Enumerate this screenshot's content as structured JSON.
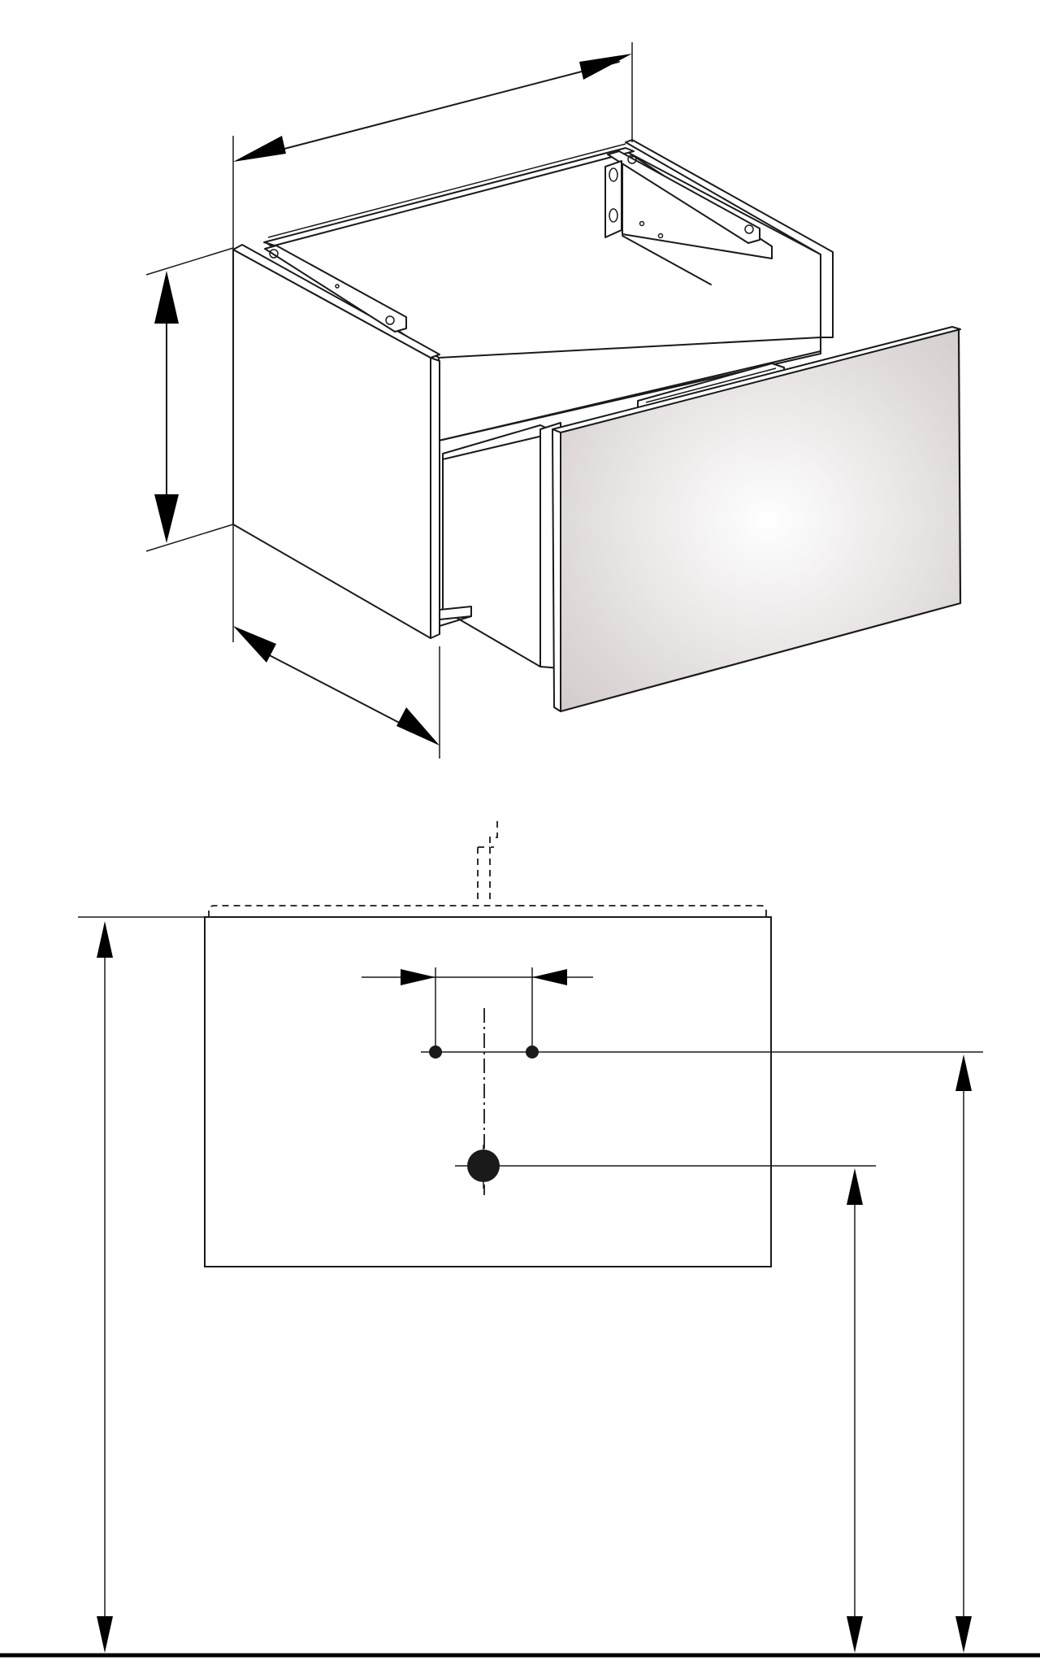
{
  "drawing": {
    "isometric_view": {
      "parts": [
        "cabinet-body",
        "drawer",
        "front-panel",
        "mounting-brackets"
      ],
      "dimension_lines": [
        "width",
        "height",
        "depth"
      ]
    },
    "front_elevation": {
      "parts": [
        "vanity-front",
        "countertop-outline",
        "tap-outline",
        "waste-outlet",
        "supply-holes",
        "centre-line"
      ],
      "dimension_lines": [
        "supply-spacing",
        "total-height",
        "supply-height",
        "waste-height",
        "floor-line"
      ]
    },
    "colors": {
      "line": "#1a1a1a",
      "arrow": "#000000",
      "front_panel_light": "#ffffff",
      "front_panel_dark": "#d0c9c8",
      "background": "#ffffff"
    }
  }
}
